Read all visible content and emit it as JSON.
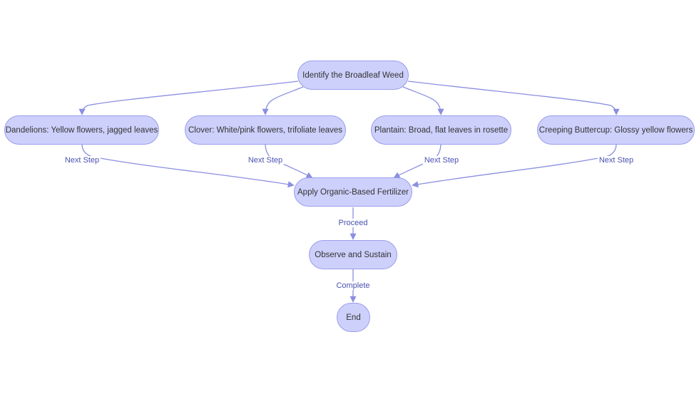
{
  "diagram": {
    "nodes": {
      "identify": "Identify the Broadleaf Weed",
      "dandelions": "Dandelions: Yellow flowers, jagged leaves",
      "clover": "Clover: White/pink flowers, trifoliate leaves",
      "plantain": "Plantain: Broad, flat leaves in rosette",
      "buttercup": "Creeping Buttercup: Glossy yellow flowers",
      "fertilizer": "Apply Organic-Based Fertilizer",
      "observe": "Observe and Sustain",
      "end": "End"
    },
    "edge_labels": {
      "dandelions_next": "Next Step",
      "clover_next": "Next Step",
      "plantain_next": "Next Step",
      "buttercup_next": "Next Step",
      "proceed": "Proceed",
      "complete": "Complete"
    },
    "colors": {
      "node_fill": "#cdd0fb",
      "node_border": "#9a9eeb",
      "edge": "#8a8fe0",
      "label_text": "#4a50b0"
    }
  }
}
